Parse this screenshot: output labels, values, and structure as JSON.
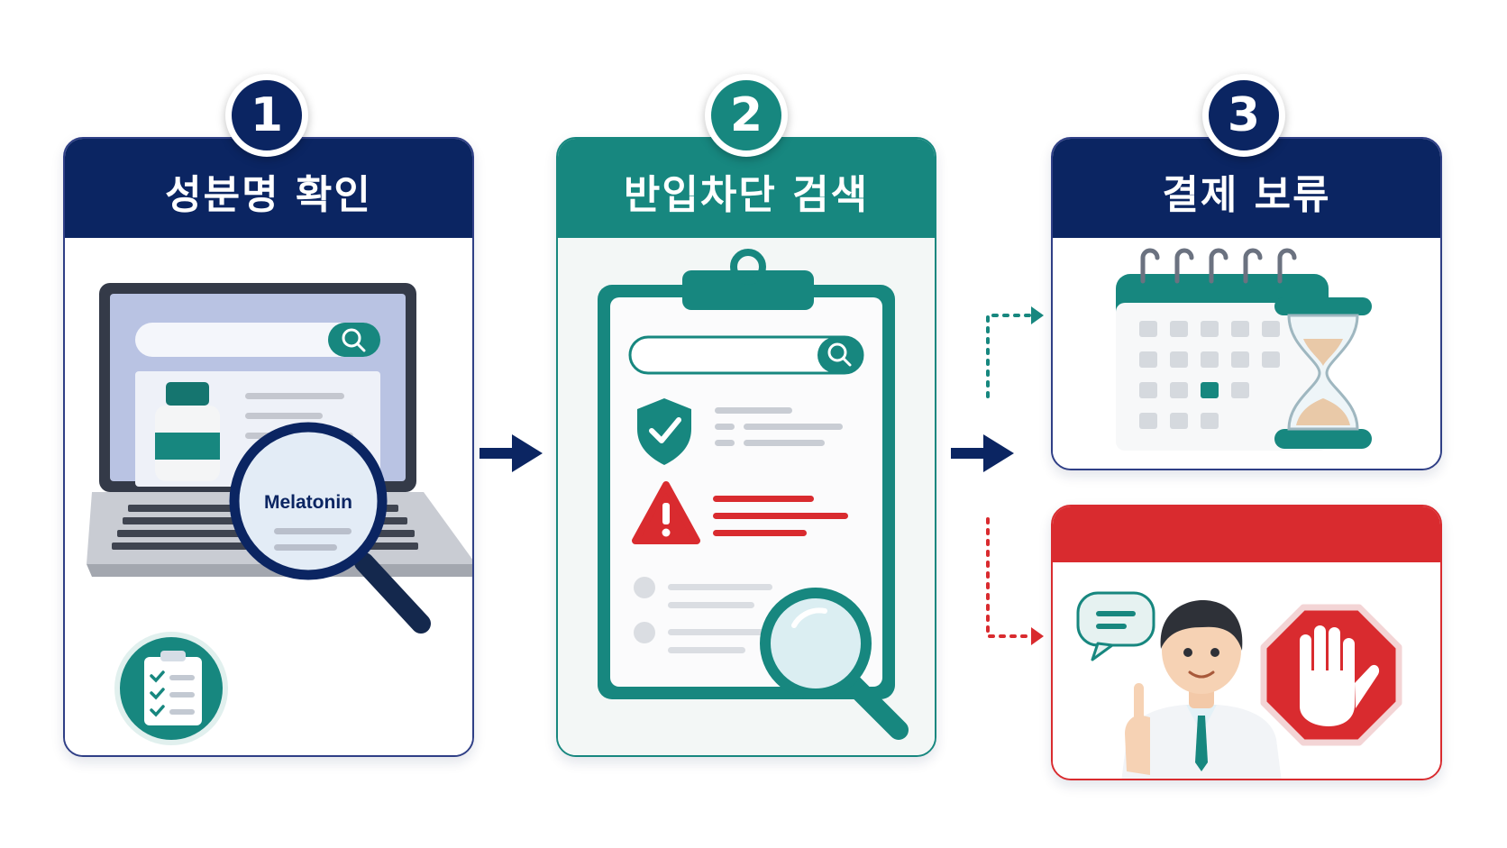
{
  "steps": [
    {
      "number": "1",
      "title": "성분명 확인"
    },
    {
      "number": "2",
      "title": "반입차단 검색"
    },
    {
      "number": "3",
      "title": "결제 보류"
    }
  ],
  "magnifier_label": "Melatonin",
  "colors": {
    "navy": "#0b2562",
    "teal": "#17877f",
    "red": "#d92b2f",
    "panel_border": "#2f3f86"
  },
  "icons": [
    "laptop-icon",
    "search-icon",
    "pill-bottle-icon",
    "magnifier-icon",
    "checklist-clipboard-icon",
    "clipboard-icon",
    "shield-check-icon",
    "warning-icon",
    "calendar-icon",
    "hourglass-icon",
    "pharmacist-icon",
    "speech-bubble-icon",
    "stop-hand-icon"
  ]
}
